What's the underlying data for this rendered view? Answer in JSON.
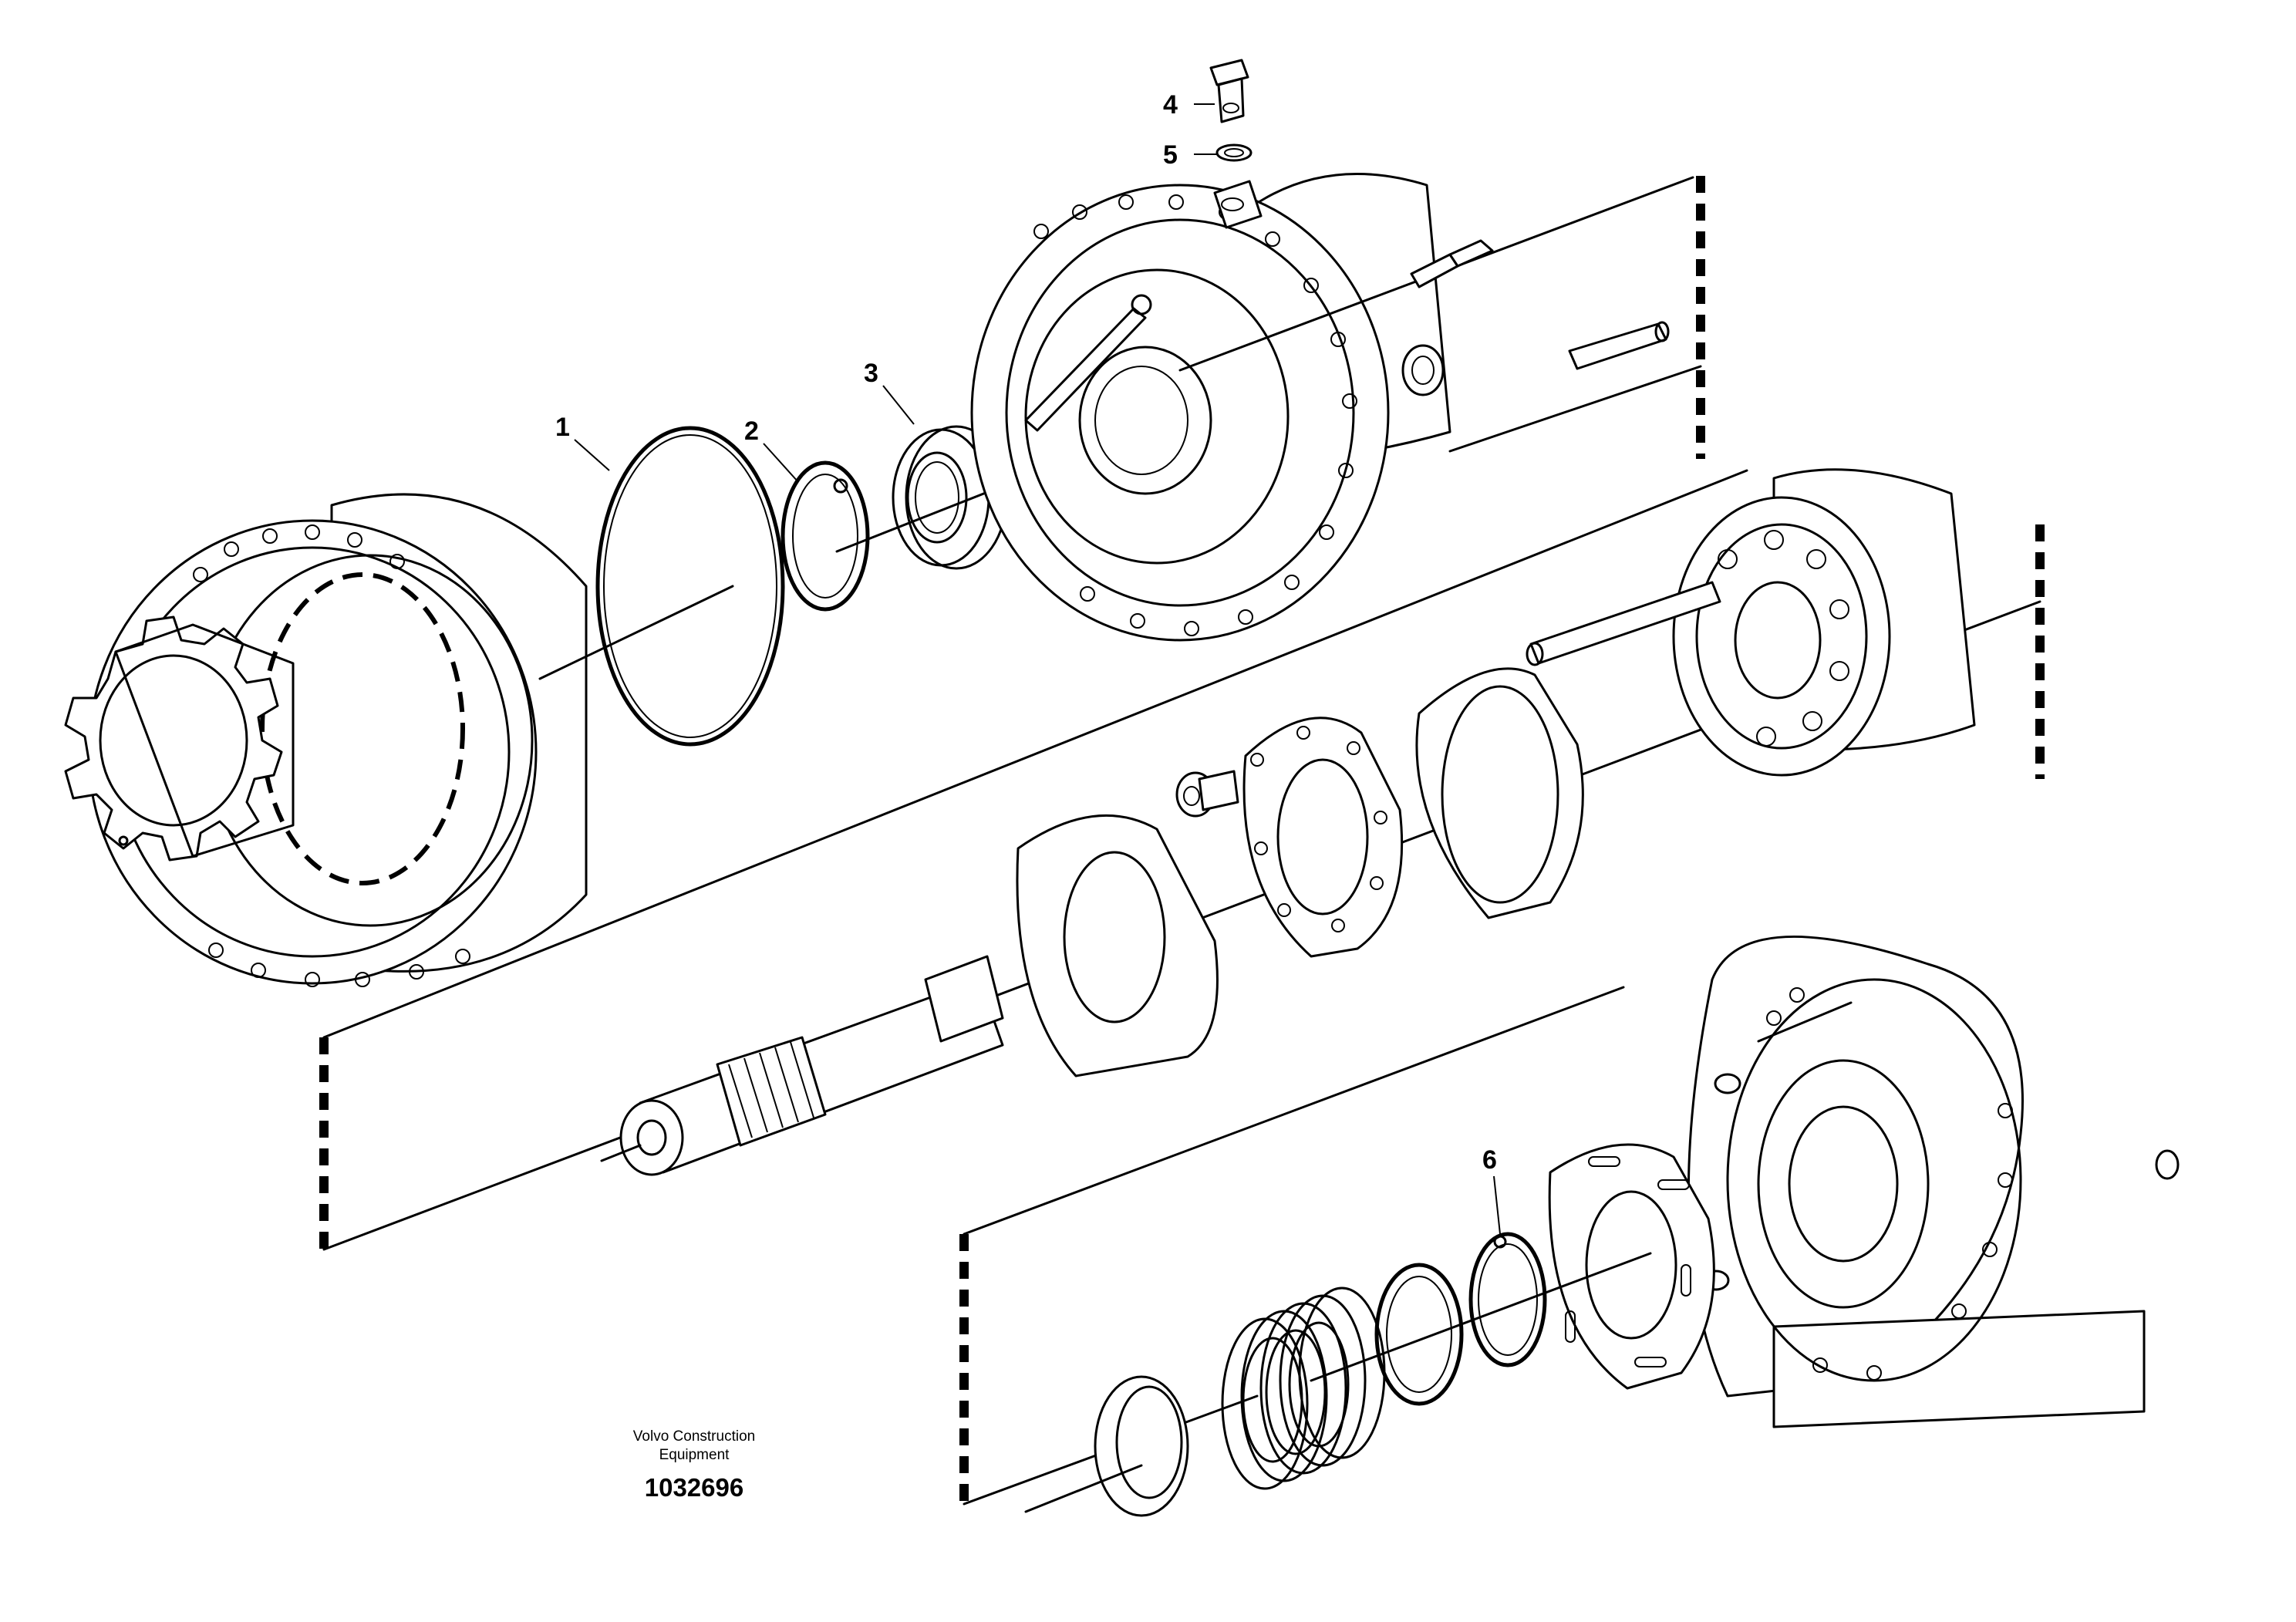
{
  "callouts": {
    "c1": "1",
    "c2": "2",
    "c3": "3",
    "c4": "4",
    "c5": "5",
    "c6": "6"
  },
  "footer": {
    "brand_line1": "Volvo Construction",
    "brand_line2": "Equipment",
    "drawing_number": "1032696"
  }
}
